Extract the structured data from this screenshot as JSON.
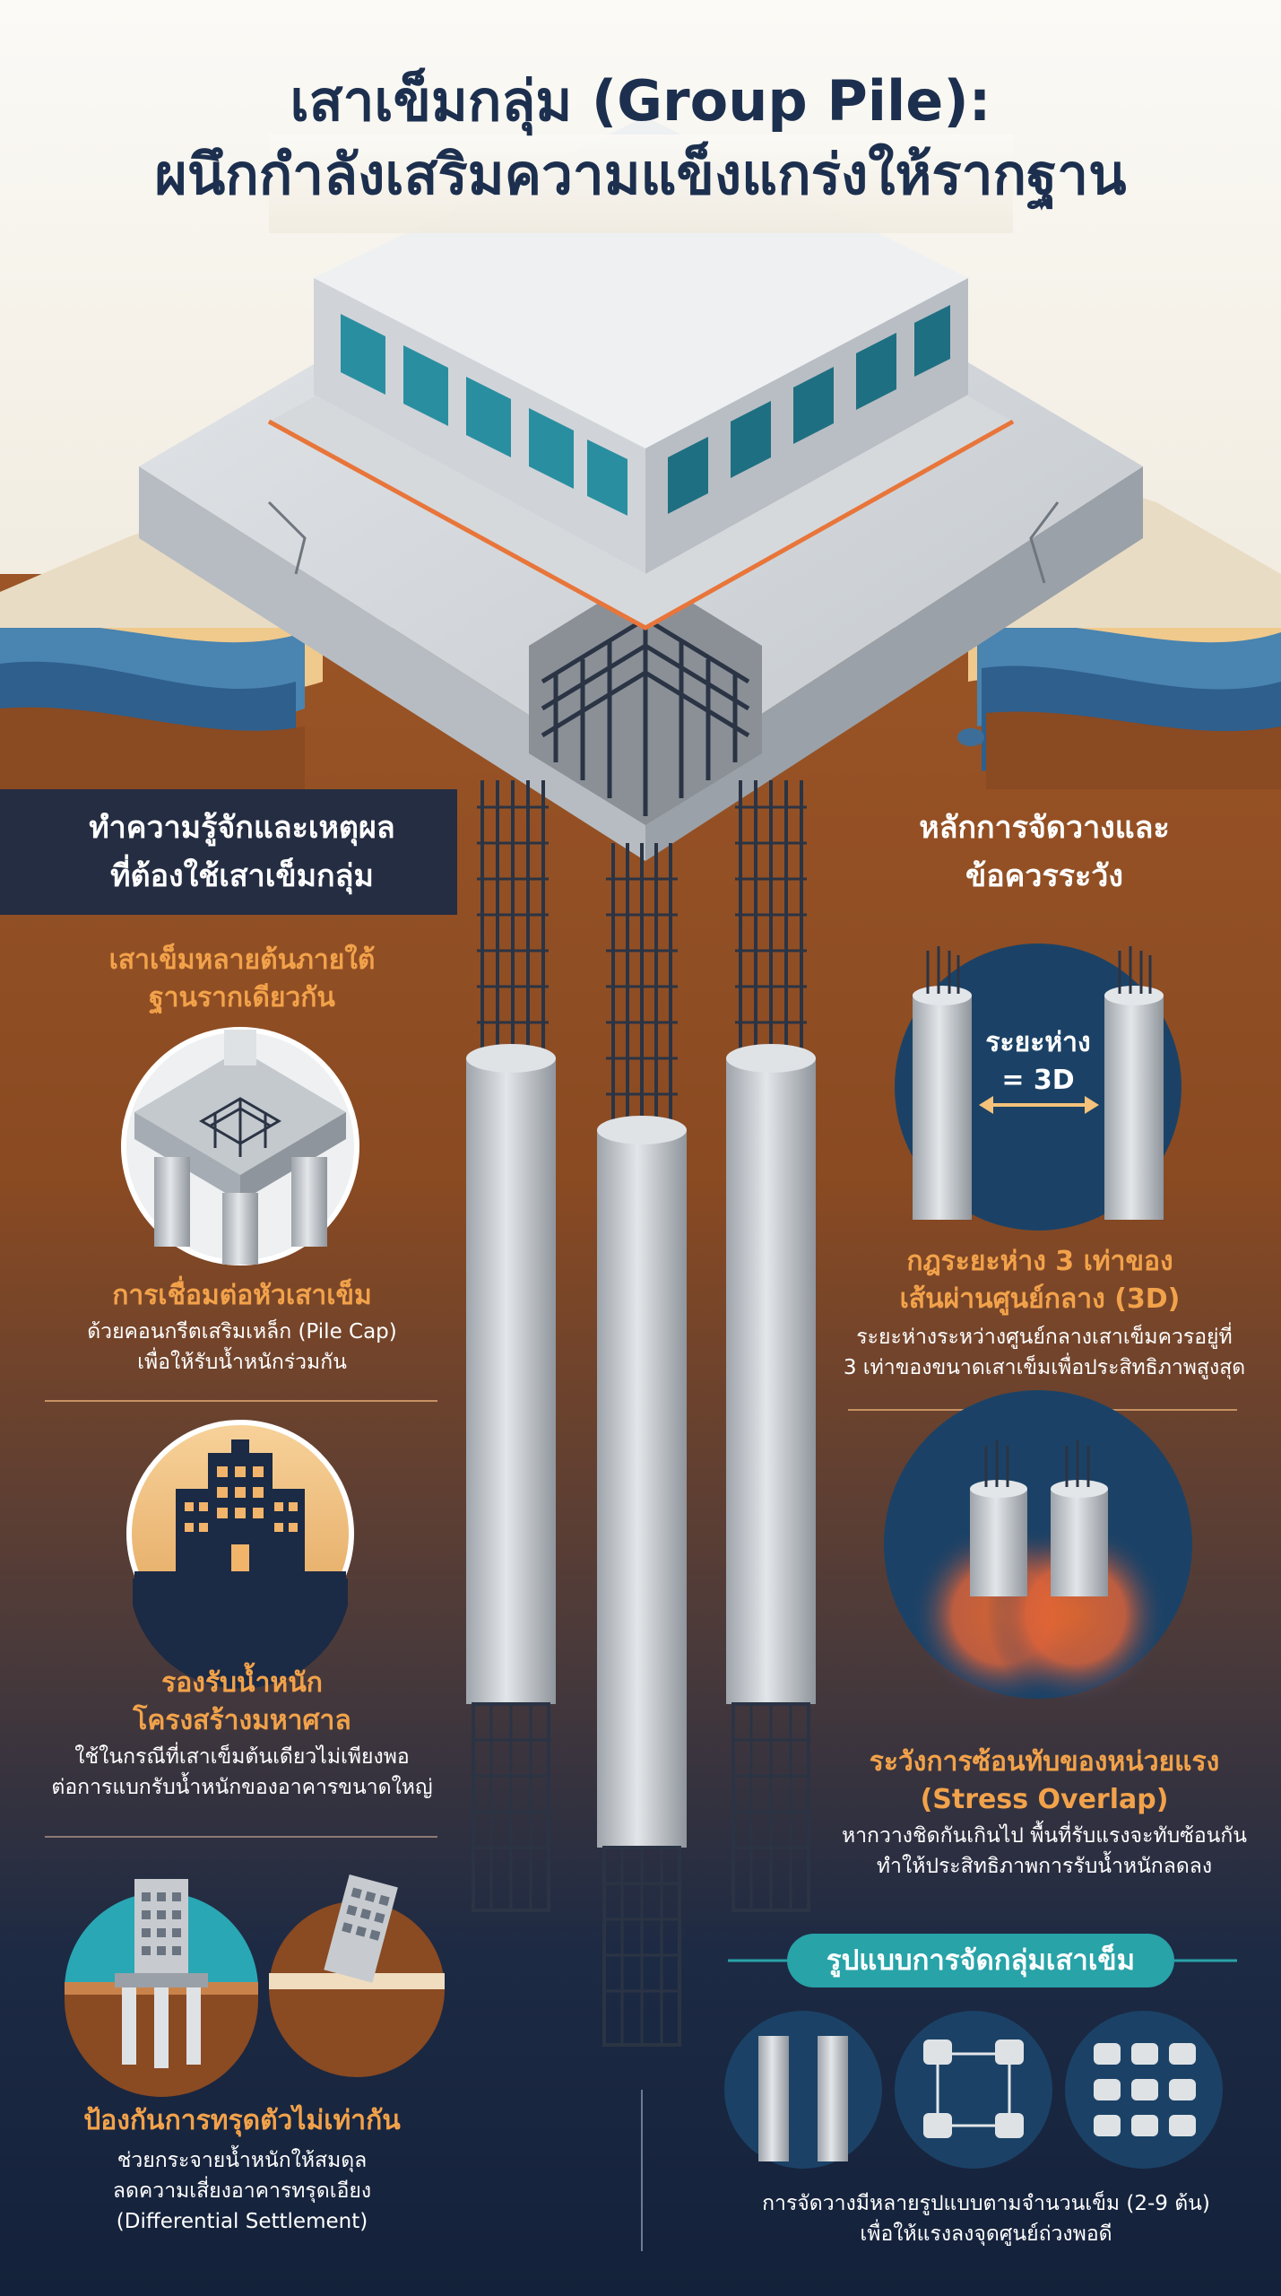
{
  "title": {
    "line1": "เสาเข็มกลุ่ม (Group Pile):",
    "line2": "ผนึกกำลังเสริมความแข็งแกร่งให้รากฐาน"
  },
  "left_section": {
    "heading_line1": "ทำความรู้จักและเหตุผล",
    "heading_line2": "ที่ต้องใช้เสาเข็มกลุ่ม",
    "item1": {
      "subheading_line1": "เสาเข็มหลายต้นภายใต้",
      "subheading_line2": "ฐานรากเดียวกัน",
      "title": "การเชื่อมต่อหัวเสาเข็ม",
      "body_line1": "ด้วยคอนกรีตเสริมเหล็ก (Pile Cap)",
      "body_line2": "เพื่อให้รับน้ำหนักร่วมกัน"
    },
    "item2": {
      "title_line1": "รองรับน้ำหนัก",
      "title_line2": "โครงสร้างมหาศาล",
      "body_line1": "ใช้ในกรณีที่เสาเข็มต้นเดียวไม่เพียงพอ",
      "body_line2": "ต่อการแบกรับน้ำหนักของอาคารขนาดใหญ่"
    },
    "item3": {
      "title": "ป้องกันการทรุดตัวไม่เท่ากัน",
      "body_line1": "ช่วยกระจายน้ำหนักให้สมดุล",
      "body_line2": "ลดความเสี่ยงอาคารทรุดเอียง",
      "body_line3": "(Differential Settlement)"
    }
  },
  "right_section": {
    "heading_line1": "หลักการจัดวางและ",
    "heading_line2": "ข้อควรระวัง",
    "item1": {
      "diagram_label_line1": "ระยะห่าง",
      "diagram_label_line2": "= 3D",
      "title_line1": "กฎระยะห่าง 3 เท่าของ",
      "title_line2": "เส้นผ่านศูนย์กลาง (3D)",
      "body_line1": "ระยะห่างระหว่างศูนย์กลางเสาเข็มควรอยู่ที่",
      "body_line2": "3 เท่าของขนาดเสาเข็มเพื่อประสิทธิภาพสูงสุด"
    },
    "item2": {
      "title_line1": "ระวังการซ้อนทับของหน่วยแรง",
      "title_line2": "(Stress Overlap)",
      "body_line1": "หากวางชิดกันเกินไป พื้นที่รับแรงจะทับซ้อนกัน",
      "body_line2": "ทำให้ประสิทธิภาพการรับน้ำหนักลดลง"
    },
    "item3": {
      "pill": "รูปแบบการจัดกลุ่มเสาเข็ม",
      "body_line1": "การจัดวางมีหลายรูปแบบตามจำนวนเข็ม (2-9 ต้น)",
      "body_line2": "เพื่อให้แรงลงจุดศูนย์ถ่วงพอดี"
    }
  },
  "colors": {
    "title": "#1c2f4e",
    "navy": "#14213a",
    "soil_brown": "#8a4a22",
    "orange_accent": "#f2a24a",
    "teal": "#28a3a8",
    "concrete": "#c9cdd2"
  }
}
